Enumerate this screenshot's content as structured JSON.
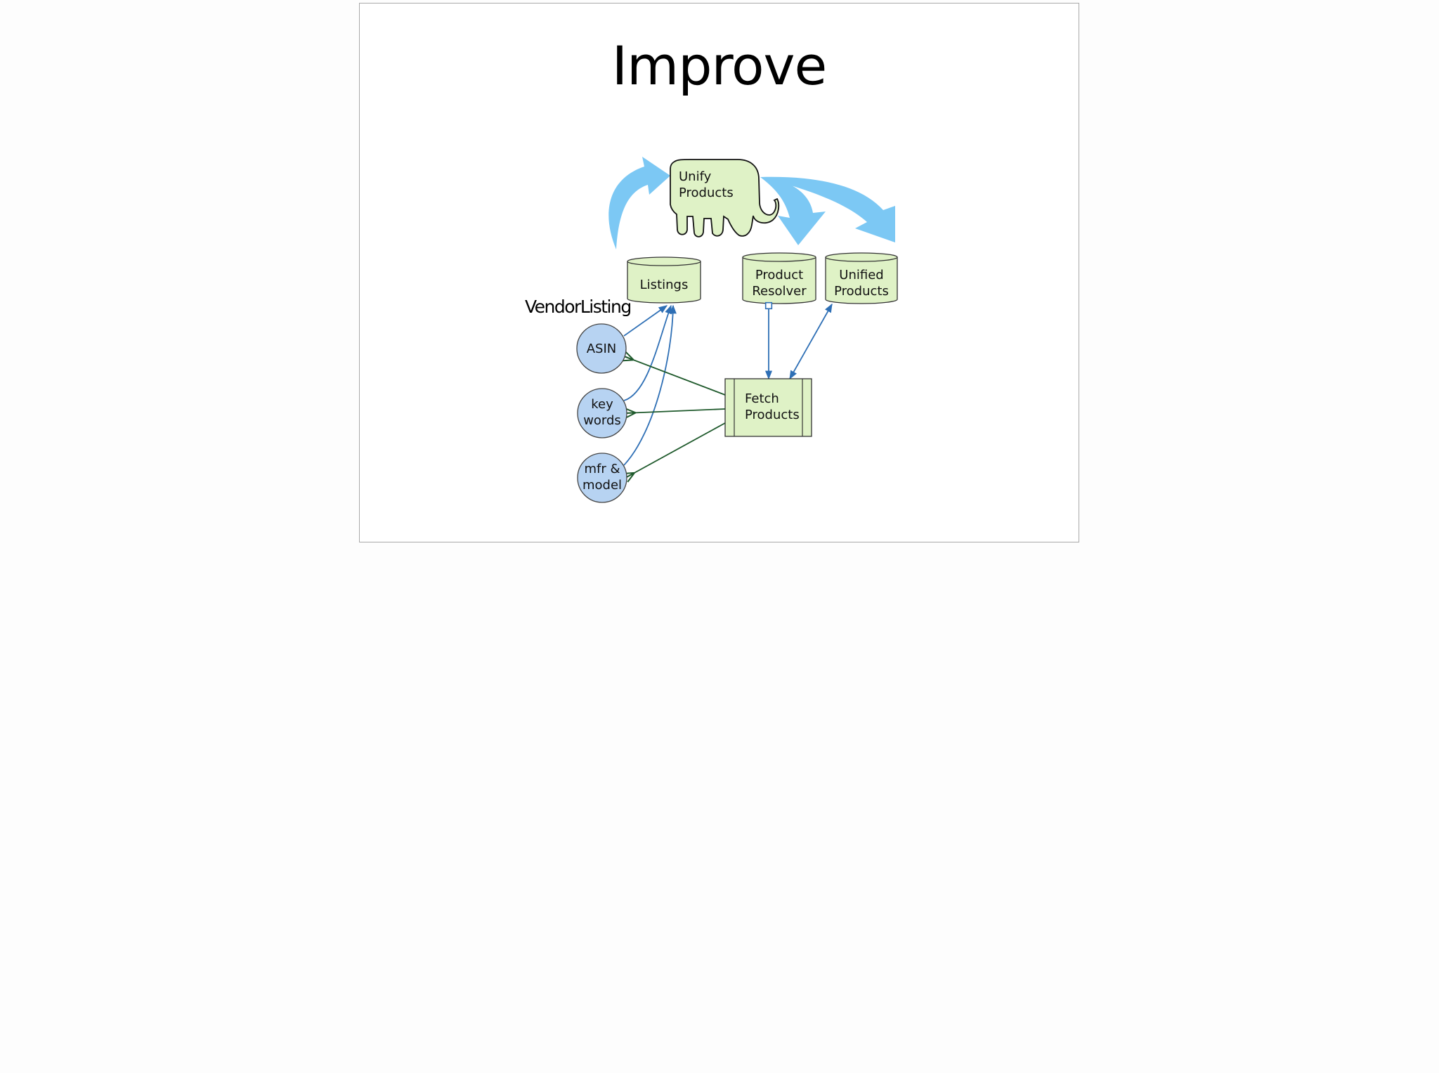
{
  "slide": {
    "title": "Improve"
  },
  "diagram": {
    "group_label": "VendorListing",
    "hadoop_job": {
      "line1": "Unify",
      "line2": "Products"
    },
    "stores": [
      {
        "id": "listings",
        "line1": "Listings",
        "line2": ""
      },
      {
        "id": "product-resolver",
        "line1": "Product",
        "line2": "Resolver"
      },
      {
        "id": "unified-products",
        "line1": "Unified",
        "line2": "Products"
      }
    ],
    "attributes": [
      {
        "id": "asin",
        "line1": "ASIN",
        "line2": ""
      },
      {
        "id": "keywords",
        "line1": "key",
        "line2": "words"
      },
      {
        "id": "mfr-model",
        "line1": "mfr &",
        "line2": "model"
      }
    ],
    "process": {
      "line1": "Fetch",
      "line2": "Products"
    },
    "colors": {
      "node_green": "#dff2c6",
      "node_blue": "#b7d3f2",
      "flow_arrow": "#7cc8f4",
      "blue_line": "#2e6fb5",
      "green_line": "#1f5a2c"
    }
  }
}
